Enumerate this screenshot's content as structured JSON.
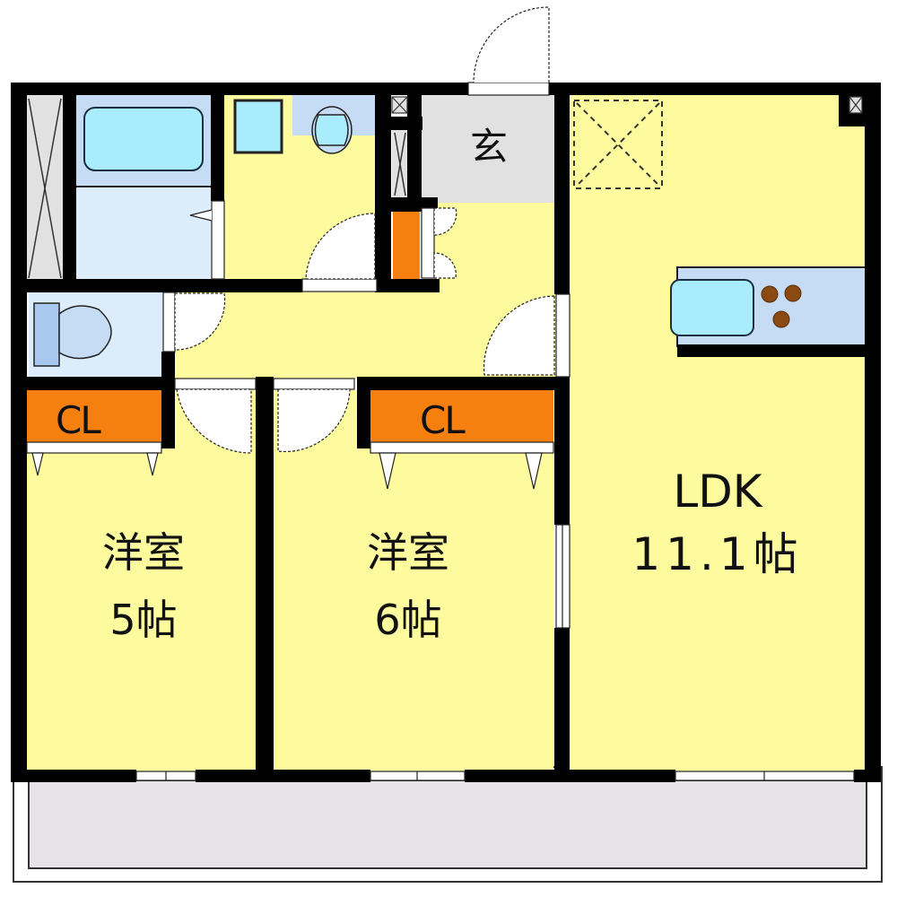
{
  "plan": {
    "type": "floor-plan",
    "layout": "2LDK",
    "colors": {
      "wall": "#000000",
      "room_floor": "#fdfb9e",
      "wet_area": "#dcecfb",
      "bath_tile": "#c6dcf5",
      "fixture": "#a9ecfb",
      "closet": "#f5800f",
      "entrance": "#e1e1e1",
      "balcony": "#e6e3e6",
      "stove": "#8b4a12"
    },
    "rooms": [
      {
        "id": "ldk",
        "name": "LDK",
        "size": "11.1帖"
      },
      {
        "id": "western-room-1",
        "name": "洋室",
        "size": "5帖"
      },
      {
        "id": "western-room-2",
        "name": "洋室",
        "size": "6帖"
      },
      {
        "id": "entrance",
        "name": "玄"
      },
      {
        "id": "closet-1",
        "name": "CL"
      },
      {
        "id": "closet-2",
        "name": "CL"
      }
    ]
  }
}
